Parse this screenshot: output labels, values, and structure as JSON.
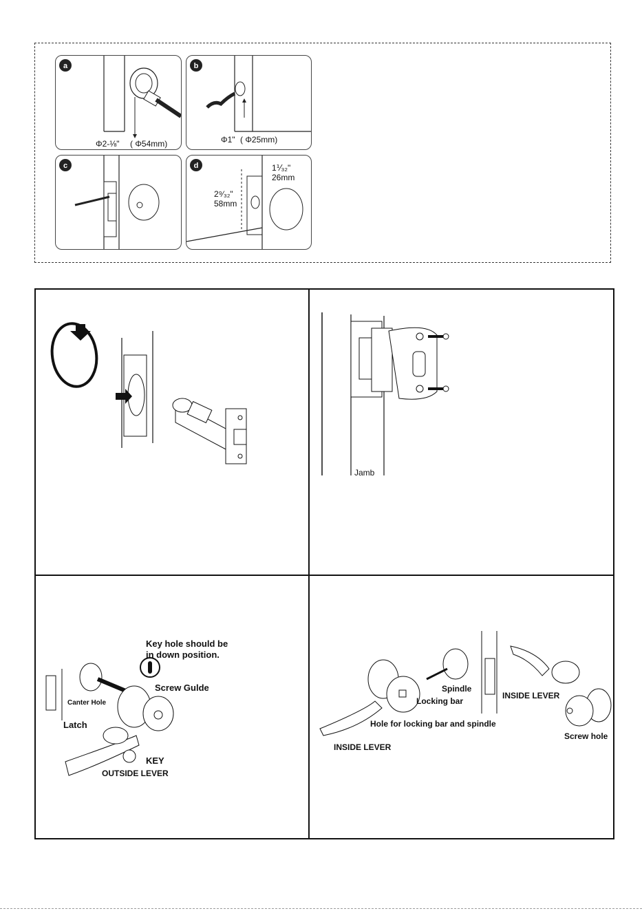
{
  "prep": {
    "panels": [
      {
        "letter": "a",
        "dim": "Φ2-⅛\"",
        "dim_mm": "( Φ54mm)"
      },
      {
        "letter": "b",
        "dim": "Φ1\"",
        "dim_mm": "( Φ25mm)"
      },
      {
        "letter": "c"
      },
      {
        "letter": "d",
        "dim1": "1⅟₃₂\"",
        "dim1_mm": "26mm",
        "dim2": "2⁹⁄₃₂\"",
        "dim2_mm": "58mm"
      }
    ]
  },
  "strike": {
    "jamb_label": "Jamb"
  },
  "outside": {
    "note_line1": "Key hole should be",
    "note_line2": "in down position.",
    "screw_guide": "Screw Gulde",
    "center_hole": "Canter Hole",
    "latch": "Latch",
    "key": "KEY",
    "outside_lever": "OUTSIDE  LEVER"
  },
  "inside": {
    "spindle": "Spindle",
    "locking_bar": "Locking bar",
    "hole": "Hole for locking bar and spindle",
    "inside_lever_left": "INSIDE LEVER",
    "inside_lever_right": "INSIDE LEVER",
    "screw_hole": "Screw hole"
  }
}
